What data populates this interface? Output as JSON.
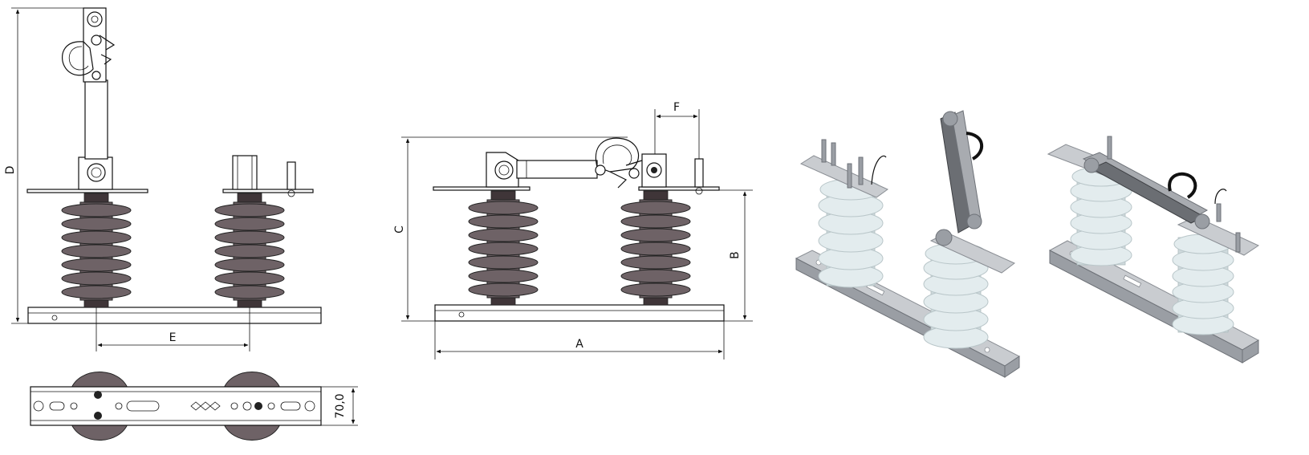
{
  "dimensions": {
    "A": "A",
    "B": "B",
    "C": "C",
    "D": "D",
    "E": "E",
    "F": "F",
    "base_width": "70,0"
  },
  "colors": {
    "insulator": "#6e6266",
    "porcelain": "#e3ecee",
    "galvanized": "#c9ccd0",
    "line": "#111111"
  }
}
